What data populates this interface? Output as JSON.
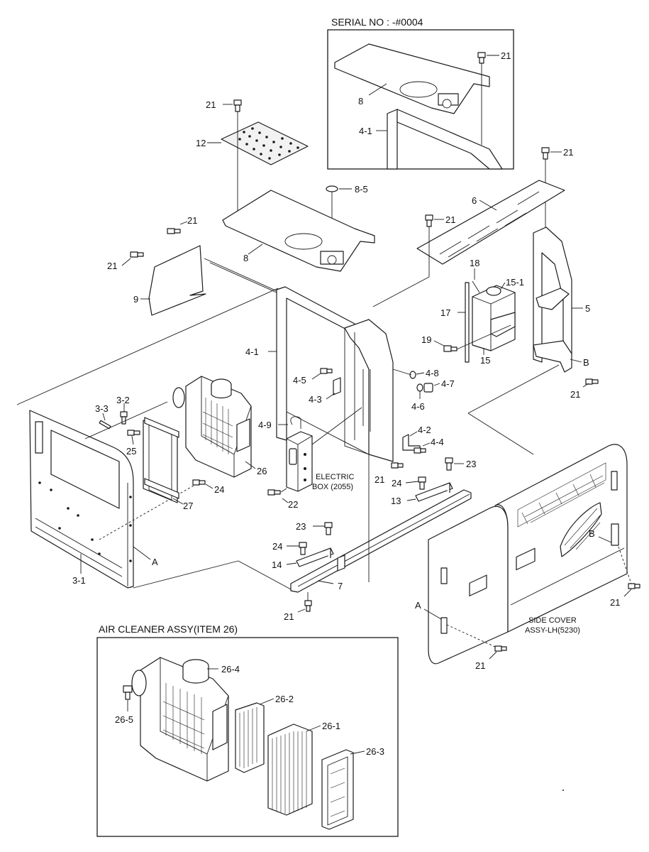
{
  "insets": {
    "serial": {
      "title": "SERIAL NO : -#0004",
      "labels": [
        "21",
        "8",
        "4-1"
      ]
    },
    "air_cleaner": {
      "title": "AIR CLEANER ASSY(ITEM 26)",
      "labels": [
        "26-4",
        "26-5",
        "26-2",
        "26-1",
        "26-3"
      ]
    }
  },
  "callouts": {
    "c21_a": "21",
    "c12": "12",
    "c8_5": "8-5",
    "c8": "8",
    "c21_b": "21",
    "c21_c": "21",
    "c9": "9",
    "c21_d": "21",
    "c6": "6",
    "c21_e": "21",
    "c18": "18",
    "c15_1": "15-1",
    "c17": "17",
    "c5": "5",
    "c19": "19",
    "c15": "15",
    "cB1": "B",
    "c21_f": "21",
    "c4_1": "4-1",
    "c4_8": "4-8",
    "c4_5": "4-5",
    "c4_7": "4-7",
    "c4_3": "4-3",
    "c4_6": "4-6",
    "c3_3": "3-3",
    "c3_2": "3-2",
    "c25": "25",
    "c4_9": "4-9",
    "c4_2": "4-2",
    "c4_4": "4-4",
    "c26": "26",
    "c21_g": "21",
    "c23_a": "23",
    "c24_a": "24",
    "c22": "22",
    "c24_b": "24",
    "c27": "27",
    "c13": "13",
    "c23_b": "23",
    "c24_c": "24",
    "c14": "14",
    "cA1": "A",
    "c3_1": "3-1",
    "c7": "7",
    "c21_h": "21",
    "cB2": "B",
    "cA2": "A",
    "c21_i": "21",
    "c21_j": "21"
  },
  "notes": {
    "electric_box_line1": "ELECTRIC",
    "electric_box_line2": "BOX (2055)",
    "side_cover_line1": "SIDE COVER",
    "side_cover_line2": "ASSY-LH(5230)"
  }
}
